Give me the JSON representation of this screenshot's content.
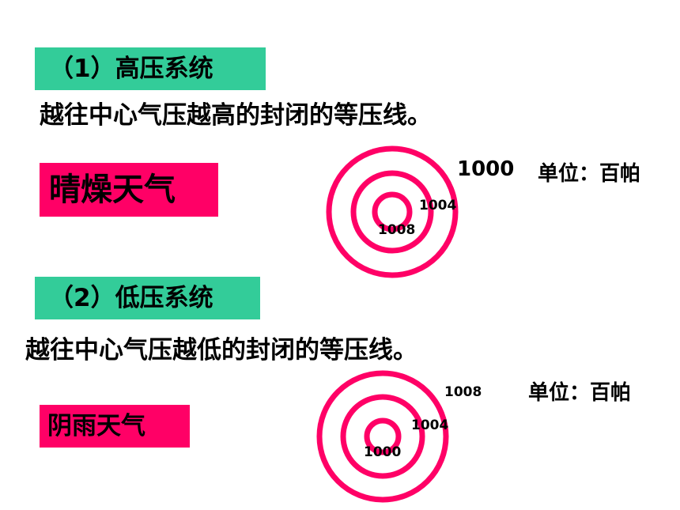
{
  "high_pressure": {
    "title": "（1）高压系统",
    "description": "越往中心气压越高的封闭的等压线。",
    "weather": "晴燥天气",
    "unit": "单位：百帕",
    "isobar_labels": [
      "1000",
      "1004",
      "1008"
    ]
  },
  "low_pressure": {
    "title": "（2）低压系统",
    "description": "越往中心气压越低的封闭的等压线。",
    "weather": "阴雨天气",
    "unit": "单位：百帕",
    "isobar_labels": [
      "1008",
      "1004",
      "1000"
    ]
  },
  "colors": {
    "section_title_bg": "#33cc99",
    "weather_tag_bg": "#ff0066",
    "isobar_stroke": "#ff0066",
    "text": "#000000"
  }
}
